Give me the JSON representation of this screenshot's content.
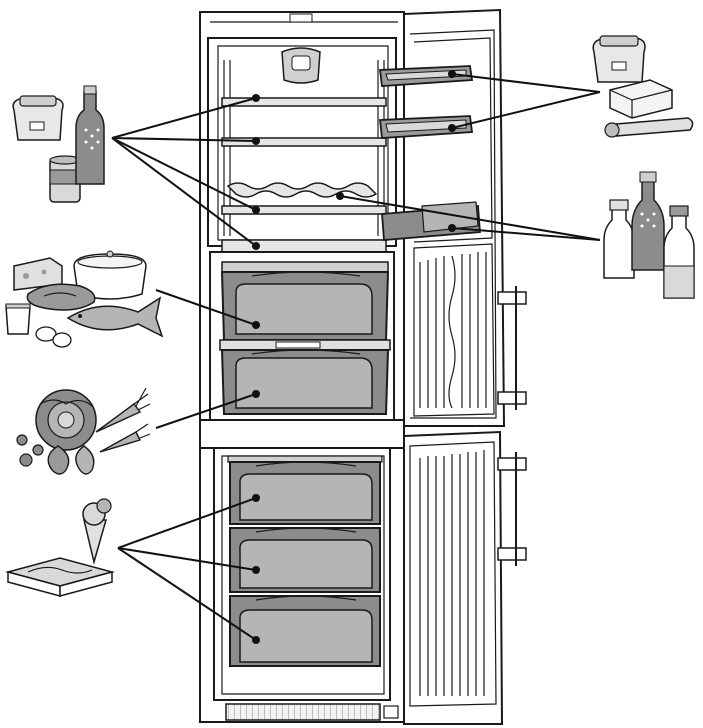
{
  "diagram": {
    "colors": {
      "outline": "#1a1a1a",
      "drawer_fill": "#8c8c8c",
      "drawer_light": "#b5b5b5",
      "shelf_fill": "#d9d9d9",
      "cabinet_fill": "#ffffff"
    },
    "control_label": "",
    "storage_groups": [
      {
        "zone": "fridge-shelves",
        "icons": [
          "jar-icon",
          "bottle-icon",
          "can-icon"
        ]
      },
      {
        "zone": "door-upper-balconies",
        "icons": [
          "jar-icon",
          "butter-icon",
          "tube-icon"
        ]
      },
      {
        "zone": "door-bottle-balcony",
        "icons": [
          "bottle-icon",
          "bottle-icon",
          "bottle-icon"
        ]
      },
      {
        "zone": "biofresh-upper-drawer",
        "icons": [
          "cheese-icon",
          "pot-icon",
          "meat-icon",
          "fish-icon",
          "yogurt-icon",
          "egg-icon"
        ]
      },
      {
        "zone": "biofresh-lower-drawer",
        "icons": [
          "lettuce-icon",
          "carrot-icon",
          "fruit-icon"
        ]
      },
      {
        "zone": "freezer-drawers",
        "icons": [
          "ice-cream-cone-icon",
          "frozen-pack-icon"
        ]
      }
    ]
  }
}
